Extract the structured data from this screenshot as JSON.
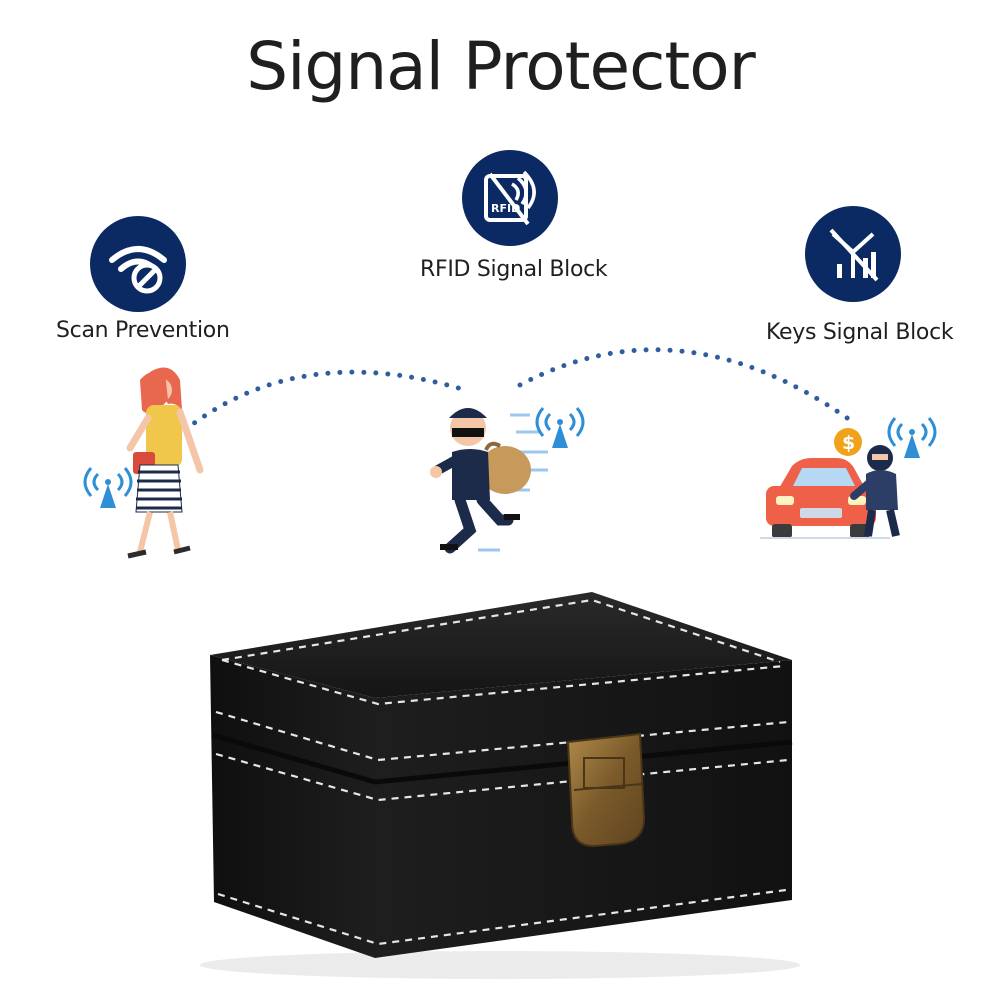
{
  "title": "Signal Protector",
  "colors": {
    "icon_bg": "#0b2a63",
    "dots": "#2f5d9e",
    "signal_blue": "#2f8fd6",
    "box_leather": "#1b1b1b",
    "stitching": "#e6e6e6",
    "clasp_brass": "#8a6a34",
    "car_red": "#ef6048"
  },
  "features": [
    {
      "label": "Scan Prevention",
      "icon": "wifi-blocked-icon"
    },
    {
      "label": "RFID Signal Block",
      "icon": "rfid-blocked-icon"
    },
    {
      "label": "Keys Signal Block",
      "icon": "antenna-blocked-icon"
    }
  ],
  "scenes": [
    {
      "name": "woman-with-bag",
      "icon": "signal-broadcast-icon"
    },
    {
      "name": "running-thief",
      "icon": "signal-broadcast-icon"
    },
    {
      "name": "car-and-thief",
      "icon": "dollar-icon"
    }
  ],
  "product": {
    "name": "signal-blocking-box",
    "clasp": "brass-latch"
  }
}
